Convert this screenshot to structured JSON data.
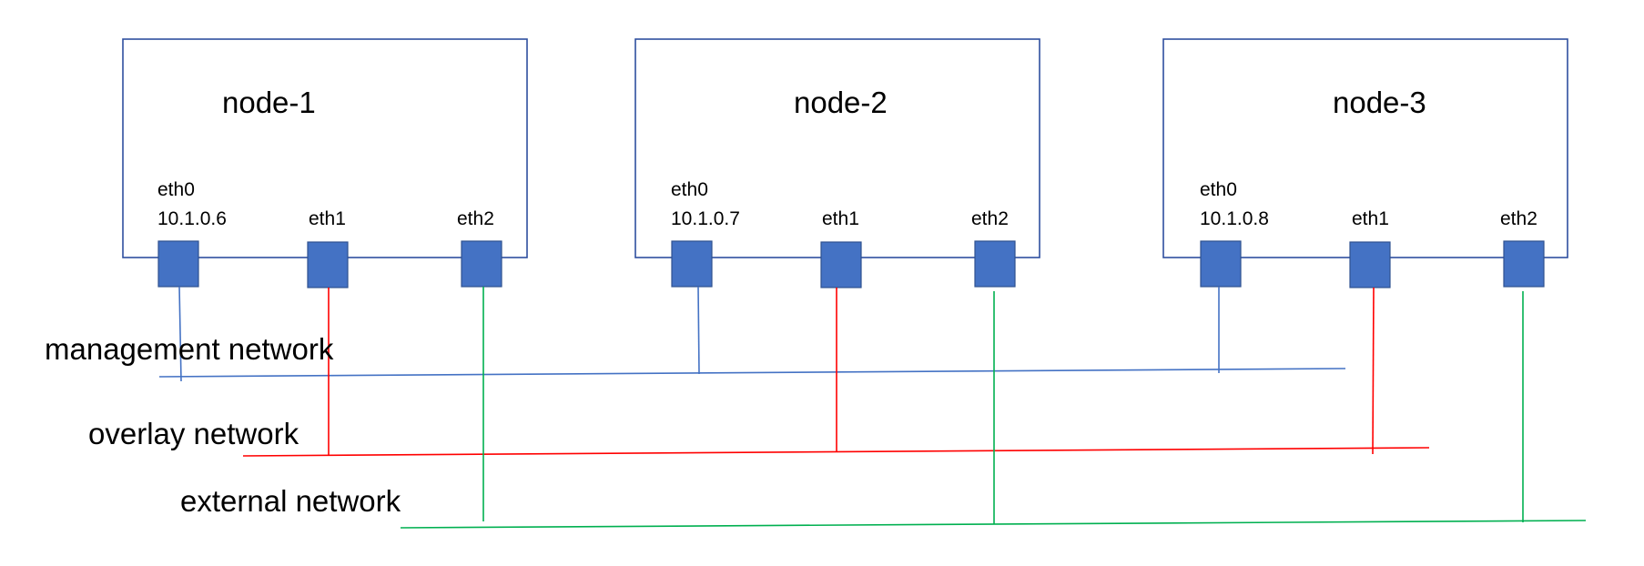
{
  "nodes": [
    {
      "title": "node-1",
      "eth0_label": "eth0",
      "eth0_ip": "10.1.0.6",
      "eth1_label": "eth1",
      "eth2_label": "eth2"
    },
    {
      "title": "node-2",
      "eth0_label": "eth0",
      "eth0_ip": "10.1.0.7",
      "eth1_label": "eth1",
      "eth2_label": "eth2"
    },
    {
      "title": "node-3",
      "eth0_label": "eth0",
      "eth0_ip": "10.1.0.8",
      "eth1_label": "eth1",
      "eth2_label": "eth2"
    }
  ],
  "networks": {
    "management": {
      "label": "management network",
      "color": "#4472c4"
    },
    "overlay": {
      "label": "overlay network",
      "color": "#ff0000"
    },
    "external": {
      "label": "external network",
      "color": "#00b050"
    }
  },
  "port_color": "#4472c4"
}
